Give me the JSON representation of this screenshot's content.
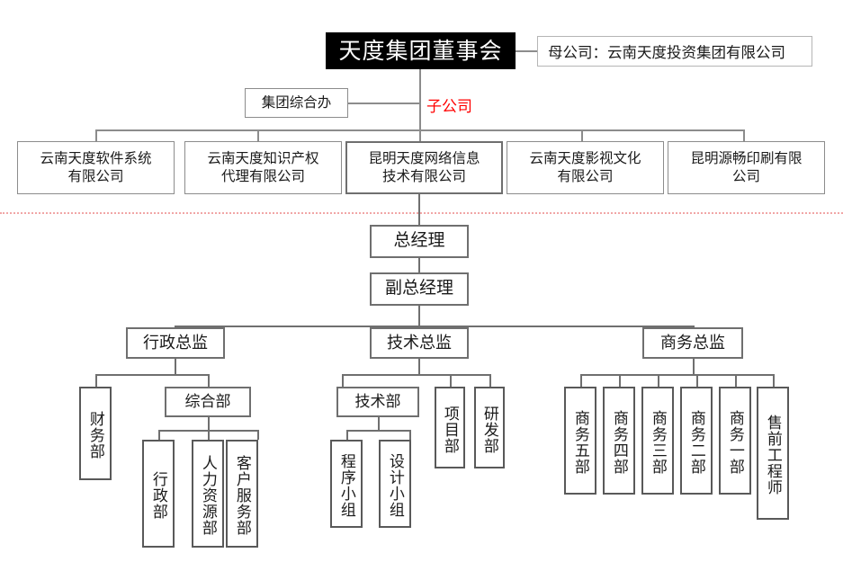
{
  "chart": {
    "title_box": "天度集团董事会",
    "parent_company_label": "母公司",
    "parent_company_separator": "：",
    "parent_company_name": "云南天度投资集团有限公司",
    "subsidiary_label": "子公司",
    "group_office": "集团综合办",
    "subsidiaries": [
      "云南天度软件系统\n有限公司",
      "云南天度知识产权\n代理有限公司",
      "昆明天度网络信息\n技术有限公司",
      "云南天度影视文化\n有限公司",
      "昆明源畅印刷有限\n公司"
    ],
    "general_manager": "总经理",
    "deputy_general_manager": "副总经理",
    "directors": [
      "行政总监",
      "技术总监",
      "商务总监"
    ],
    "admin_branch": {
      "finance": "财务部",
      "general_dept": "综合部",
      "general_dept_children": [
        "行政部",
        "人力资源部",
        "客户服务部"
      ]
    },
    "tech_branch": {
      "tech_dept": "技术部",
      "tech_dept_children": [
        "程序小组",
        "设计小组"
      ],
      "project_dept": "项目部",
      "rd_dept": "研发部"
    },
    "business_branch": {
      "units": [
        "商务五部",
        "商务四部",
        "商务三部",
        "商务二部",
        "商务一部",
        "售前工程师"
      ]
    },
    "colors": {
      "board_fill": "#000000",
      "board_text": "#ffffff",
      "box_border": "#8c8c8c",
      "accent_red": "#ff0000",
      "divider": "#f1a6a6",
      "background": "#ffffff"
    }
  }
}
